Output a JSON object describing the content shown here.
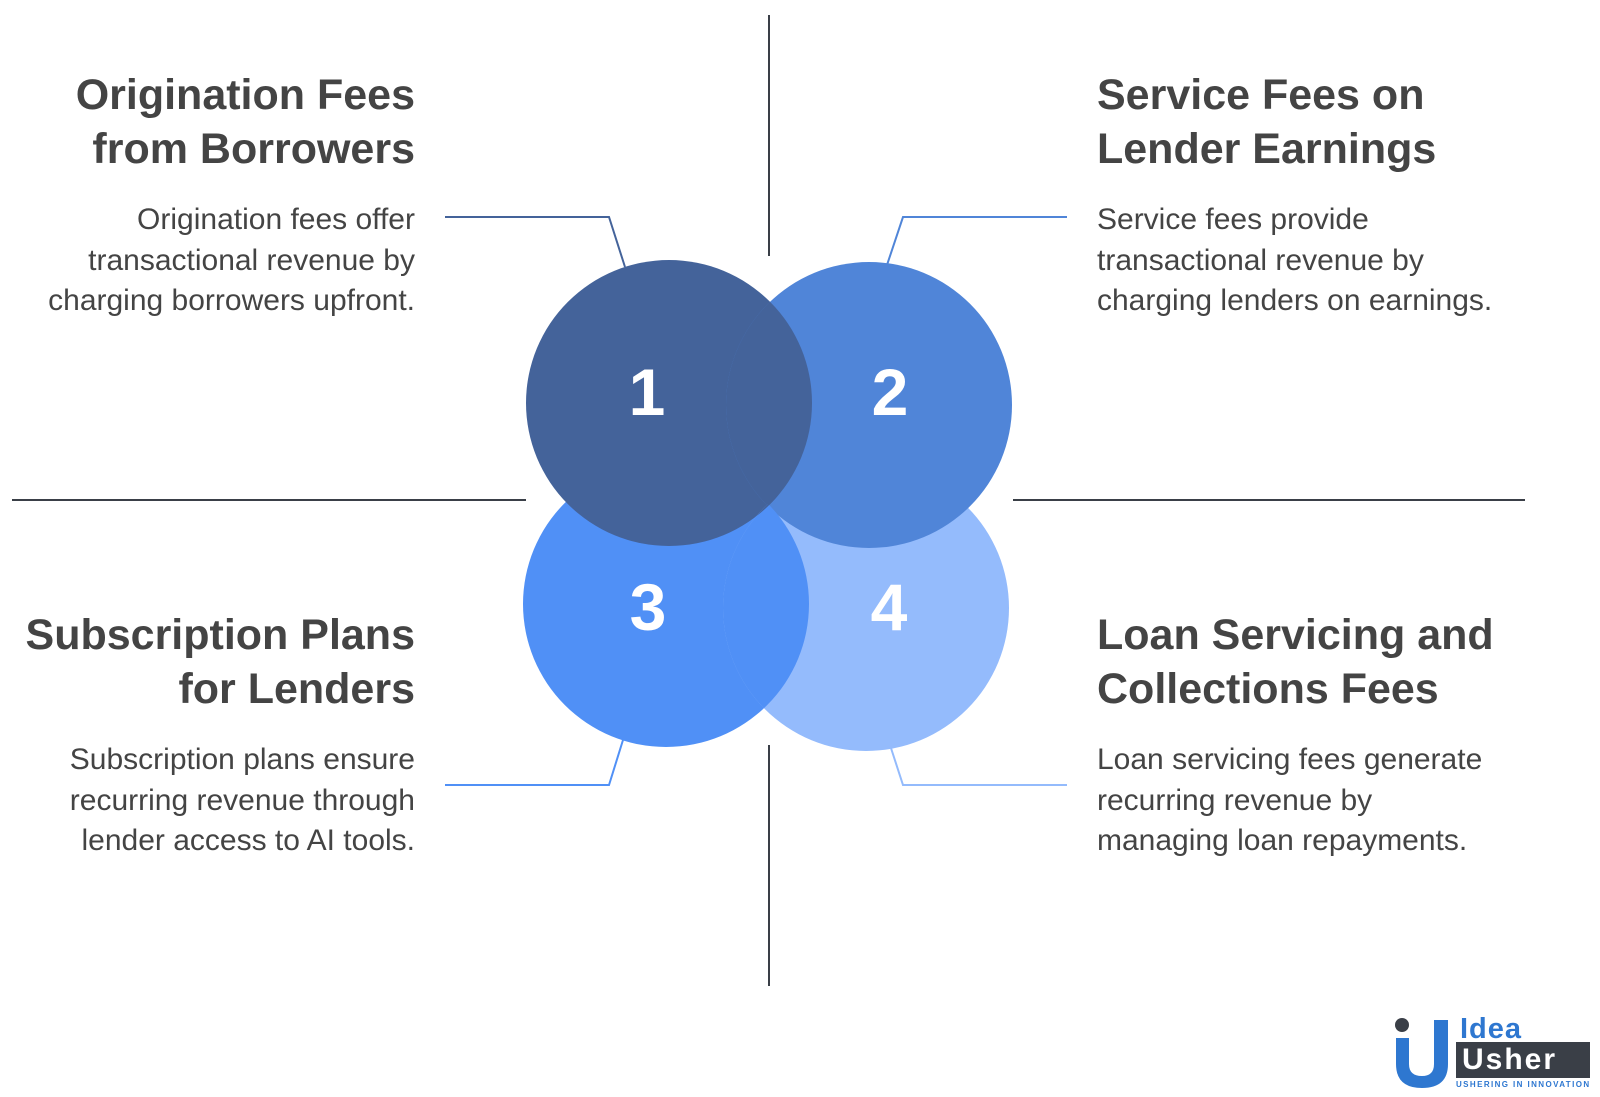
{
  "colors": {
    "circle_1": "#44639a",
    "circle_2": "#5085d8",
    "circle_3": "#5090f6",
    "circle_4": "#94bbfc",
    "line_dark": "#3a3f47",
    "text": "#444444",
    "brand_blue": "#2e77d0"
  },
  "quadrants": [
    {
      "number": "1",
      "title": "Origination Fees from Borrowers",
      "description": "Origination fees offer transactional revenue by charging borrowers upfront."
    },
    {
      "number": "2",
      "title": "Service Fees on Lender Earnings",
      "description": "Service fees provide transactional revenue by charging lenders on earnings."
    },
    {
      "number": "3",
      "title": "Subscription Plans for Lenders",
      "description": "Subscription plans ensure recurring revenue through lender access to AI tools."
    },
    {
      "number": "4",
      "title": "Loan Servicing and Collections Fees",
      "description": "Loan servicing fees generate recurring revenue by managing loan repayments."
    }
  ],
  "logo": {
    "line1": "Idea",
    "line2": "Usher",
    "tagline": "USHERING IN INNOVATION"
  }
}
